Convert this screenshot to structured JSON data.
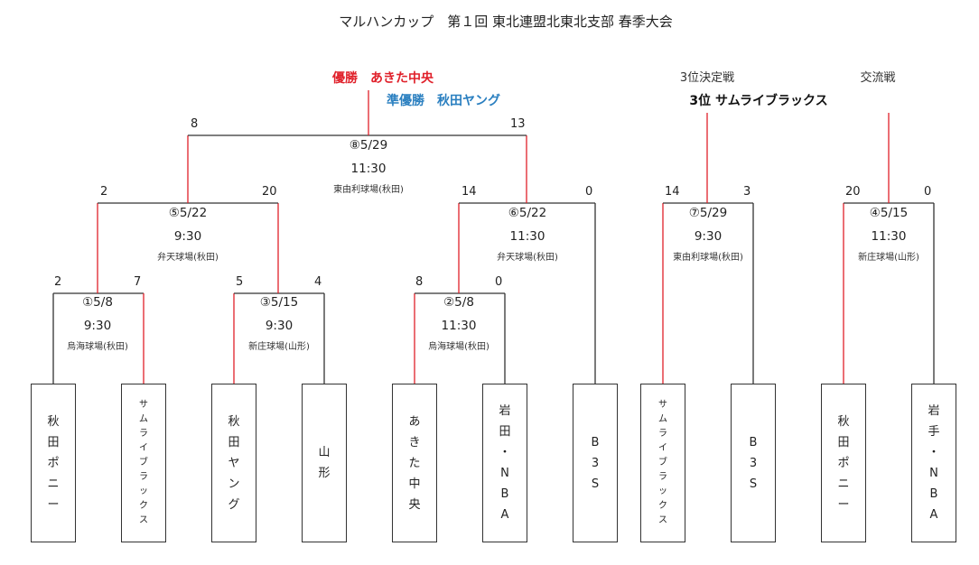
{
  "title": "マルハンカップ　第１回 東北連盟北東北支部 春季大会",
  "results": {
    "champion": "優勝　あきた中央",
    "runner_up": "準優勝　秋田ヤング",
    "third_place": "3位 サムライブラックス"
  },
  "labels": {
    "third_place_game": "3位決定戦",
    "exchange_game": "交流戦"
  },
  "matches": [
    {
      "no": "①5/8",
      "time": "9:30",
      "venue": "烏海球場(秋田)",
      "score_left": "2",
      "score_right": "7"
    },
    {
      "no": "②5/8",
      "time": "11:30",
      "venue": "烏海球場(秋田)",
      "score_left": "8",
      "score_right": "0"
    },
    {
      "no": "③5/15",
      "time": "9:30",
      "venue": "新庄球場(山形)",
      "score_left": "5",
      "score_right": "4"
    },
    {
      "no": "④5/15",
      "time": "11:30",
      "venue": "新庄球場(山形)",
      "score_left": "20",
      "score_right": "0"
    },
    {
      "no": "⑤5/22",
      "time": "9:30",
      "venue": "弁天球場(秋田)",
      "score_left": "2",
      "score_right": "20"
    },
    {
      "no": "⑥5/22",
      "time": "11:30",
      "venue": "弁天球場(秋田)",
      "score_left": "14",
      "score_right": "0"
    },
    {
      "no": "⑦5/29",
      "time": "9:30",
      "venue": "東由利球場(秋田)",
      "score_left": "14",
      "score_right": "3"
    },
    {
      "no": "⑧5/29",
      "time": "11:30",
      "venue": "東由利球場(秋田)",
      "score_left": "8",
      "score_right": "13"
    }
  ],
  "teams": [
    {
      "name": "秋田ポニー",
      "chars": [
        "秋",
        "田",
        "ポ",
        "ニ",
        "ー"
      ]
    },
    {
      "name": "サムライブラックス",
      "chars": [
        "サ",
        "ム",
        "ラ",
        "イ",
        "ブ",
        "ラ",
        "ッ",
        "ク",
        "ス"
      ]
    },
    {
      "name": "秋田ヤング",
      "chars": [
        "秋",
        "田",
        "ヤ",
        "ン",
        "グ"
      ]
    },
    {
      "name": "山形",
      "chars": [
        "山",
        "形"
      ]
    },
    {
      "name": "あきた中央",
      "chars": [
        "あ",
        "き",
        "た",
        "中",
        "央"
      ]
    },
    {
      "name": "岩田・NBA",
      "chars": [
        "岩",
        "田",
        "・",
        "N",
        "B",
        "A"
      ]
    },
    {
      "name": "B3S",
      "chars": [
        "B",
        "3",
        "S"
      ]
    },
    {
      "name": "サムライブラックス",
      "chars": [
        "サ",
        "ム",
        "ラ",
        "イ",
        "ブ",
        "ラ",
        "ッ",
        "ク",
        "ス"
      ]
    },
    {
      "name": "B3S",
      "chars": [
        "B",
        "3",
        "S"
      ]
    },
    {
      "name": "秋田ポニー",
      "chars": [
        "秋",
        "田",
        "ポ",
        "ニ",
        "ー"
      ]
    },
    {
      "name": "岩手・NBA",
      "chars": [
        "岩",
        "手",
        "・",
        "N",
        "B",
        "A"
      ]
    }
  ],
  "colors": {
    "winner_line": "#e0202a",
    "bracket_line": "#333333",
    "champion_text": "#e0202a",
    "runner_up_text": "#2a7fc0"
  }
}
